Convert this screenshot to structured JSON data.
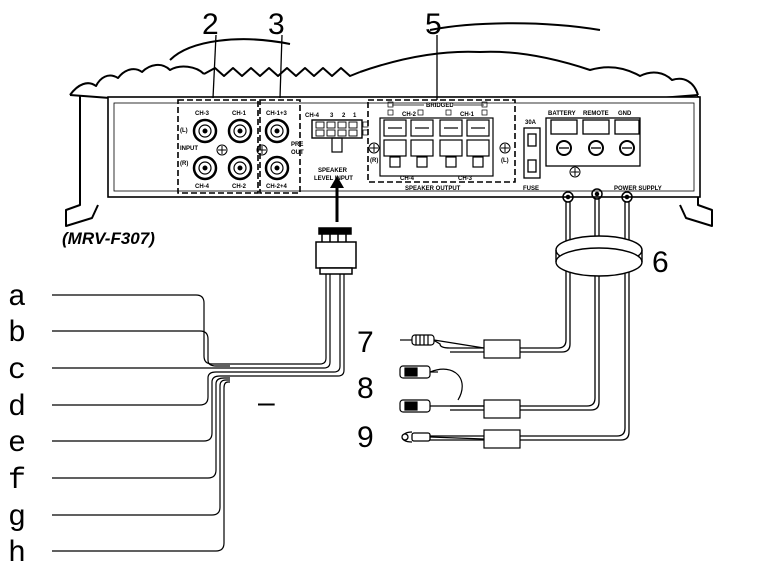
{
  "model_label": "(MRV-F307)",
  "callouts": [
    "2",
    "3",
    "5",
    "6",
    "7",
    "8",
    "9"
  ],
  "wire_letters": [
    "a",
    "b",
    "c",
    "d",
    "e",
    "f",
    "g",
    "h"
  ],
  "dash_mark": "–",
  "panel": {
    "input": {
      "ch3": "CH-3",
      "ch1": "CH-1",
      "ch4": "CH-4",
      "ch2": "CH-2",
      "l": "(L)",
      "r": "(R)",
      "title": "INPUT"
    },
    "preout": {
      "ch13": "CH-1+3",
      "ch24": "CH-2+4",
      "pre": "PRE",
      "out": "OUT"
    },
    "speaker_level": {
      "ch4": "CH-4",
      "n3": "3",
      "n2": "2",
      "n1": "1",
      "line1": "SPEAKER",
      "line2": "LEVEL INPUT"
    },
    "speaker_output": {
      "bridged": "BRIDGED",
      "ch2": "CH-2",
      "ch1": "CH-1",
      "ch4": "CH-4",
      "ch3": "CH-3",
      "r": "(R)",
      "l": "(L)",
      "title": "SPEAKER OUTPUT"
    },
    "fuse": {
      "rating": "30A",
      "label": "FUSE"
    },
    "power": {
      "battery": "BATTERY",
      "remote": "REMOTE",
      "gnd": "GND",
      "title": "POWER SUPPLY"
    }
  }
}
